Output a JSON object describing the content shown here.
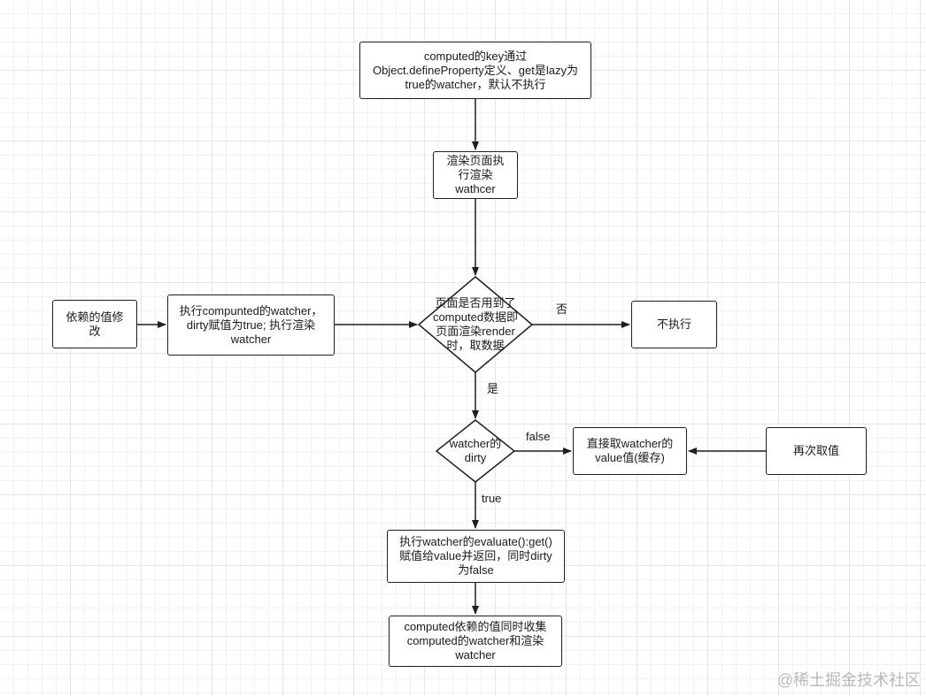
{
  "nodes": {
    "start": "computed的key通过\nObject.defineProperty定义、get是lazy为\ntrue的watcher，默认不执行",
    "render": "渲染页面执\n行渲染\nwathcer",
    "decision_used": "页面是否用到了\ncomputed数据即\n页面渲染render\n时，取数据",
    "no_exec": "不执行",
    "dep_change": "依赖的值修\n改",
    "exec_computed": "执行compunted的watcher，\ndirty赋值为true; 执行渲染\nwatcher",
    "decision_dirty": "watcher的\ndirty",
    "take_cache": "直接取watcher的\nvalue值(缓存)",
    "get_again": "再次取值",
    "evaluate": "执行watcher的evaluate():get()\n赋值给value并返回，同时dirty\n为false",
    "collect": "computed依赖的值同时收集\ncomputed的watcher和渲染\nwatcher"
  },
  "edges": {
    "no": "否",
    "yes": "是",
    "false": "false",
    "true": "true"
  },
  "watermark": "@稀土掘金技术社区",
  "colors": {
    "stroke": "#1f1f1f",
    "watermark": "#b9b9b9"
  }
}
